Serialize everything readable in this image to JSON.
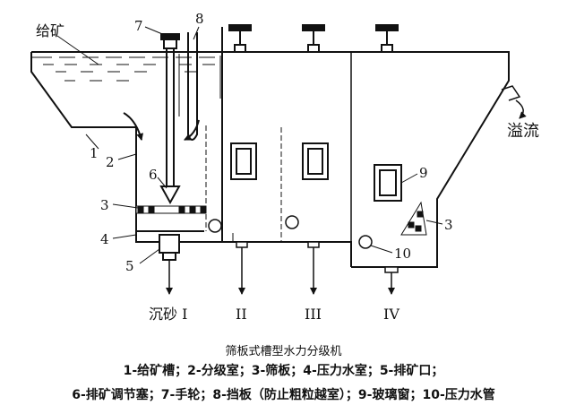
{
  "labels": {
    "feed": "给矿",
    "overflow": "溢流",
    "n1": "1",
    "n2": "2",
    "n3a": "3",
    "n3b": "3",
    "n4": "4",
    "n5": "5",
    "n6": "6",
    "n7": "7",
    "n8": "8",
    "n9": "9",
    "n10": "10",
    "sand": "沉砂 I",
    "out2": "II",
    "out3": "III",
    "out4": "IV"
  },
  "caption": {
    "title": "筛板式槽型水力分级机",
    "line1": "1-给矿槽；2-分级室；3-筛板；4-压力水室；5-排矿口；",
    "line2": "6-排矿调节塞；7-手轮；8-挡板（防止粗粒越室）；9-玻璃窗；10-压力水管"
  }
}
